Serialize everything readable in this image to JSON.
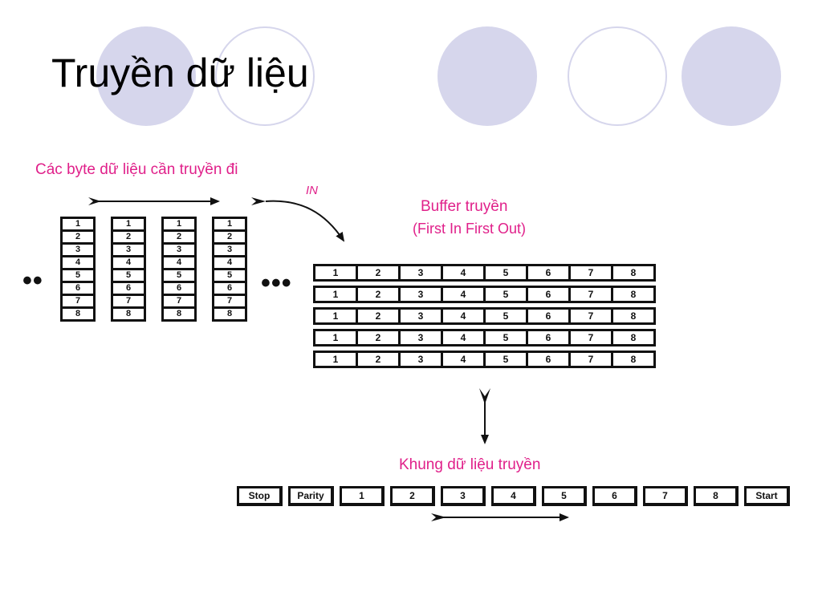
{
  "title": "Truyền dữ liệu",
  "labels": {
    "bytes": "Các byte dữ liệu cần truyền đi",
    "in": "IN",
    "buffer": "Buffer truyền",
    "fifo": "(First In First Out)",
    "frame": "Khung dữ liệu truyền"
  },
  "ellipsis_left": "••",
  "ellipsis_mid": "•••",
  "byte_columns": [
    [
      "1",
      "2",
      "3",
      "4",
      "5",
      "6",
      "7",
      "8"
    ],
    [
      "1",
      "2",
      "3",
      "4",
      "5",
      "6",
      "7",
      "8"
    ],
    [
      "1",
      "2",
      "3",
      "4",
      "5",
      "6",
      "7",
      "8"
    ],
    [
      "1",
      "2",
      "3",
      "4",
      "5",
      "6",
      "7",
      "8"
    ]
  ],
  "buffer_rows": [
    [
      "1",
      "2",
      "3",
      "4",
      "5",
      "6",
      "7",
      "8"
    ],
    [
      "1",
      "2",
      "3",
      "4",
      "5",
      "6",
      "7",
      "8"
    ],
    [
      "1",
      "2",
      "3",
      "4",
      "5",
      "6",
      "7",
      "8"
    ],
    [
      "1",
      "2",
      "3",
      "4",
      "5",
      "6",
      "7",
      "8"
    ],
    [
      "1",
      "2",
      "3",
      "4",
      "5",
      "6",
      "7",
      "8"
    ]
  ],
  "frame_cells": [
    "Stop",
    "Parity",
    "1",
    "2",
    "3",
    "4",
    "5",
    "6",
    "7",
    "8",
    "Start"
  ],
  "colors": {
    "accent_pink": "#e0208a",
    "circle_fill": "#d6d6ec"
  }
}
